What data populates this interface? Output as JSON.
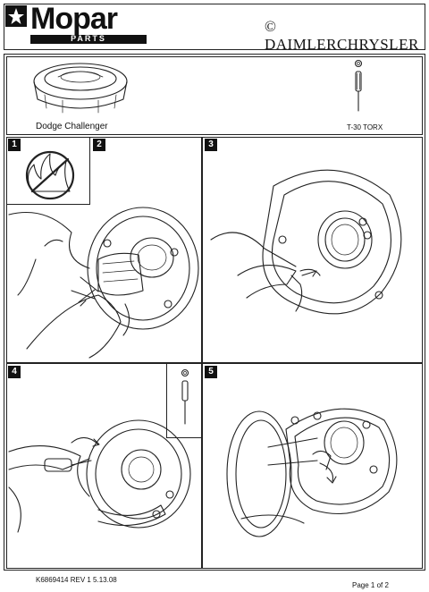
{
  "header": {
    "brand": "Mopar",
    "sub_brand": "PARTS",
    "company": "© DAIMLERCHRYSLER"
  },
  "intro": {
    "vehicle": "Dodge Challenger",
    "tool": "T-30 TORX"
  },
  "steps": [
    "1",
    "2",
    "3",
    "4",
    "5"
  ],
  "footer": {
    "doc_id": "K6869414   REV 1   5.13.08",
    "page": "Page 1 of 2"
  }
}
